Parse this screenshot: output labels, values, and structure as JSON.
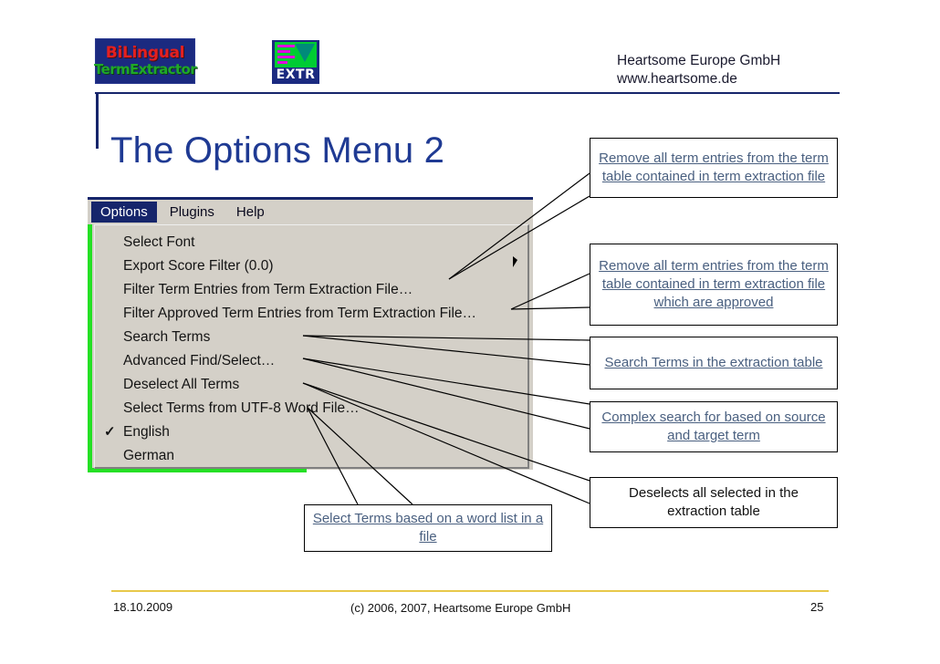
{
  "header": {
    "company_name": "Heartsome Europe GmbH",
    "company_url": "www.heartsome.de",
    "logo_bilingual": {
      "line1": "BiLingual",
      "line2": "TermExtractor"
    },
    "logo_extr": {
      "label": "EXTR"
    }
  },
  "slide": {
    "title": "The Options Menu 2"
  },
  "app": {
    "menubar": [
      {
        "label": "Options",
        "active": true
      },
      {
        "label": "Plugins",
        "active": false
      },
      {
        "label": "Help",
        "active": false
      }
    ],
    "dropdown": [
      {
        "label": "Select Font",
        "checked": false
      },
      {
        "label": "Export Score Filter (0.0)",
        "checked": false
      },
      {
        "label": "Filter Term Entries from Term Extraction File…",
        "checked": false
      },
      {
        "label": "Filter Approved Term Entries from Term Extraction File…",
        "checked": false
      },
      {
        "label": "Search Terms",
        "checked": false
      },
      {
        "label": "Advanced Find/Select…",
        "checked": false
      },
      {
        "label": "Deselect All Terms",
        "checked": false
      },
      {
        "label": "Select Terms from UTF-8 Word File…",
        "checked": false
      },
      {
        "label": "English",
        "checked": true
      },
      {
        "label": "German",
        "checked": false
      }
    ],
    "check_glyph": "✓"
  },
  "callouts": {
    "remove_all": "Remove all term entries from the term table contained in term extraction file",
    "remove_approved": "Remove all term entries from the term table contained in term extraction file which are approved",
    "search_terms": "Search Terms in the extraction table",
    "complex_search": "Complex search for based on source and target term",
    "deselect_all": "Deselects all selected in the extraction table",
    "word_list": "Select Terms based on a word list in a file"
  },
  "footer": {
    "date": "18.10.2009",
    "copyright": "(c) 2006, 2007, Heartsome Europe GmbH",
    "page_number": "25"
  },
  "colors": {
    "title_blue": "#1f3a93",
    "header_rule": "#16256b",
    "menu_highlight": "#16256b",
    "window_face": "#d4d0c8",
    "green_accent": "#25e025",
    "callout_link": "#4a6080",
    "footer_rule": "#e8c84a"
  }
}
